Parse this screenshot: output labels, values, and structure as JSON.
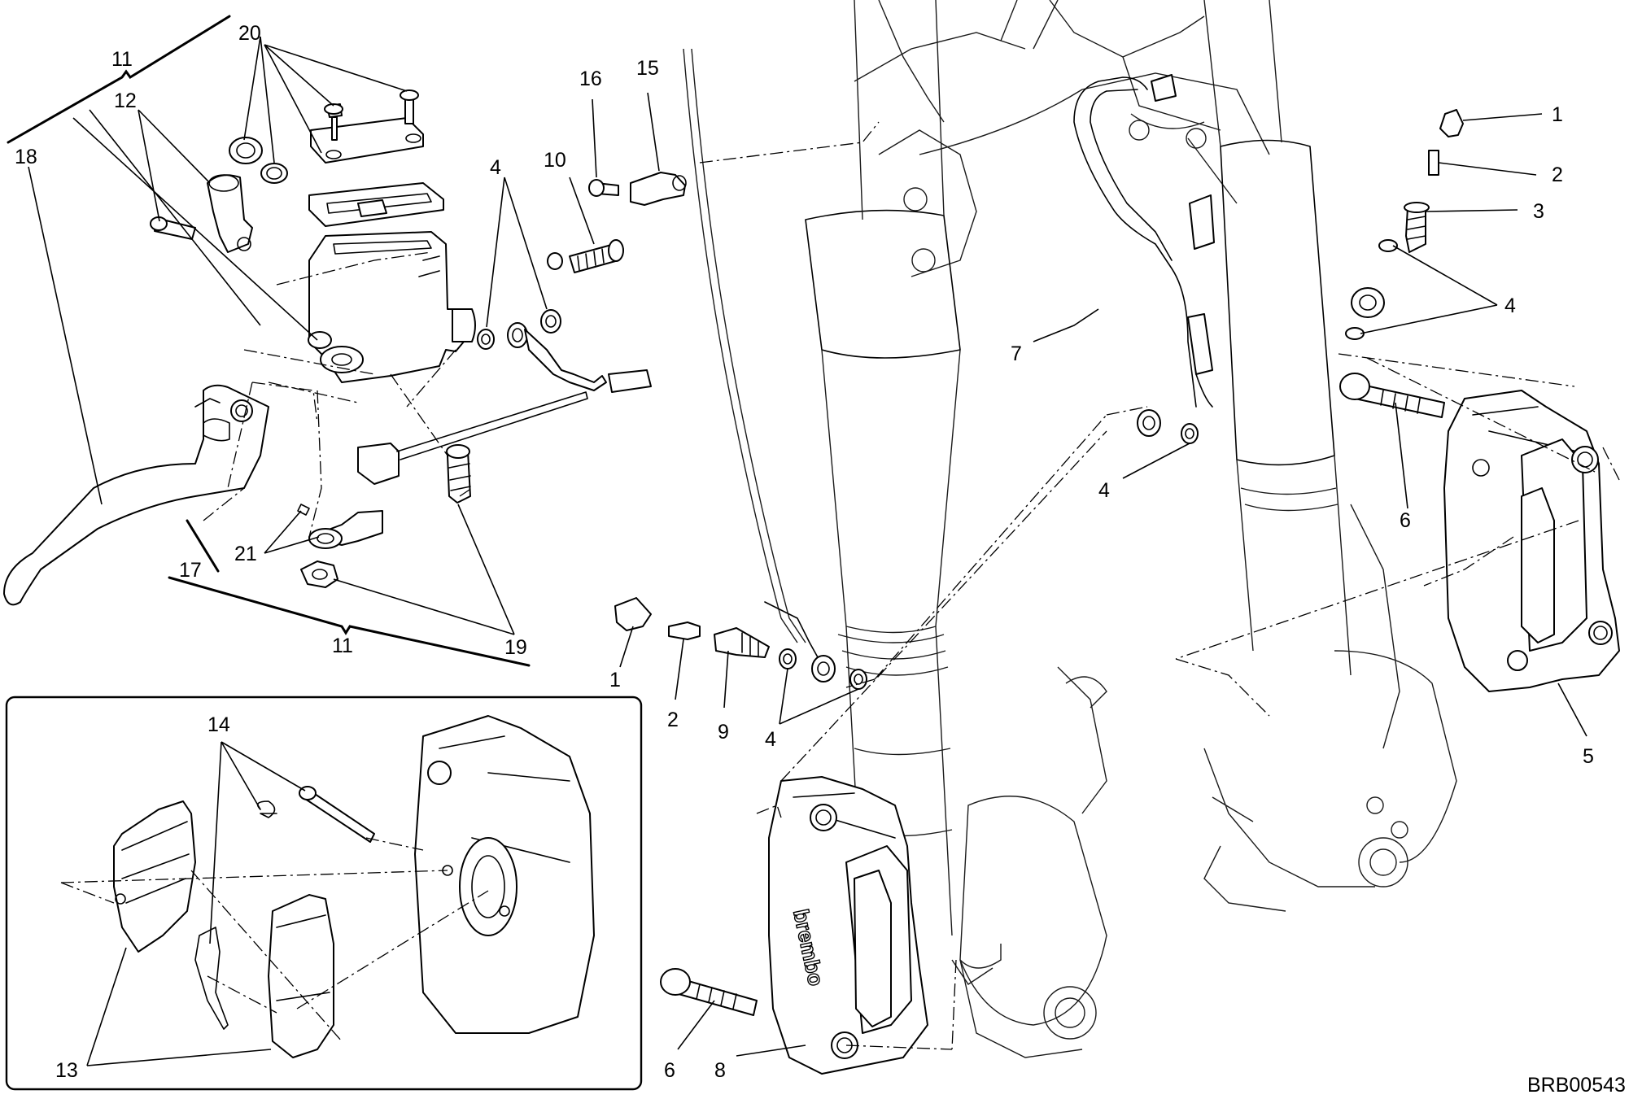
{
  "figure_code": "BRB00543",
  "brand_marking": "brembo",
  "callouts": [
    {
      "id": "c11a",
      "text": "11"
    },
    {
      "id": "c20",
      "text": "20"
    },
    {
      "id": "c12",
      "text": "12"
    },
    {
      "id": "c18",
      "text": "18"
    },
    {
      "id": "c4a",
      "text": "4"
    },
    {
      "id": "c10",
      "text": "10"
    },
    {
      "id": "c16",
      "text": "16"
    },
    {
      "id": "c15",
      "text": "15"
    },
    {
      "id": "c17",
      "text": "17"
    },
    {
      "id": "c21",
      "text": "21"
    },
    {
      "id": "c11b",
      "text": "11"
    },
    {
      "id": "c19",
      "text": "19"
    },
    {
      "id": "c1a",
      "text": "1"
    },
    {
      "id": "c2a",
      "text": "2"
    },
    {
      "id": "c9",
      "text": "9"
    },
    {
      "id": "c4b",
      "text": "4"
    },
    {
      "id": "c7",
      "text": "7"
    },
    {
      "id": "c4c",
      "text": "4"
    },
    {
      "id": "c1b",
      "text": "1"
    },
    {
      "id": "c2b",
      "text": "2"
    },
    {
      "id": "c3",
      "text": "3"
    },
    {
      "id": "c4d",
      "text": "4"
    },
    {
      "id": "c6a",
      "text": "6"
    },
    {
      "id": "c5",
      "text": "5"
    },
    {
      "id": "c14",
      "text": "14"
    },
    {
      "id": "c13",
      "text": "13"
    },
    {
      "id": "c6b",
      "text": "6"
    },
    {
      "id": "c8",
      "text": "8"
    }
  ]
}
